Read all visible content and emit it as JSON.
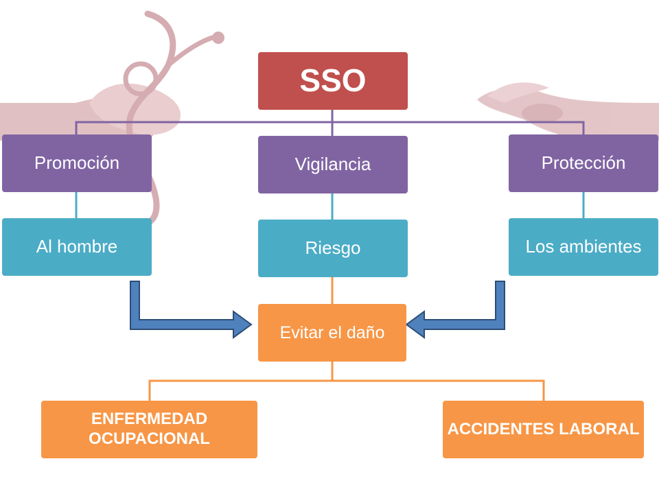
{
  "colors": {
    "root": "#c0504d",
    "level1": "#8064a2",
    "level2": "#4bacc6",
    "orange": "#f79646",
    "purple_connector": "#8064a2",
    "teal_connector": "#4bacc6",
    "orange_connector": "#f79646",
    "arrow_fill": "#4f81bd",
    "arrow_stroke": "#2c4d75",
    "illustration": "#c98d92"
  },
  "illustrations": {
    "left": "stethoscope-hand-illustration",
    "right": "hand-illustration"
  },
  "diagram": {
    "root": {
      "label": "SSO"
    },
    "branches": [
      {
        "label": "Promoción",
        "child": "Al hombre"
      },
      {
        "label": "Vigilancia",
        "child": "Riesgo"
      },
      {
        "label": "Protección",
        "child": "Los ambientes"
      }
    ],
    "center": {
      "label": "Evitar el daño"
    },
    "outcomes": [
      {
        "label": "ENFERMEDAD OCUPACIONAL"
      },
      {
        "label": "ACCIDENTES LABORAL"
      }
    ]
  }
}
